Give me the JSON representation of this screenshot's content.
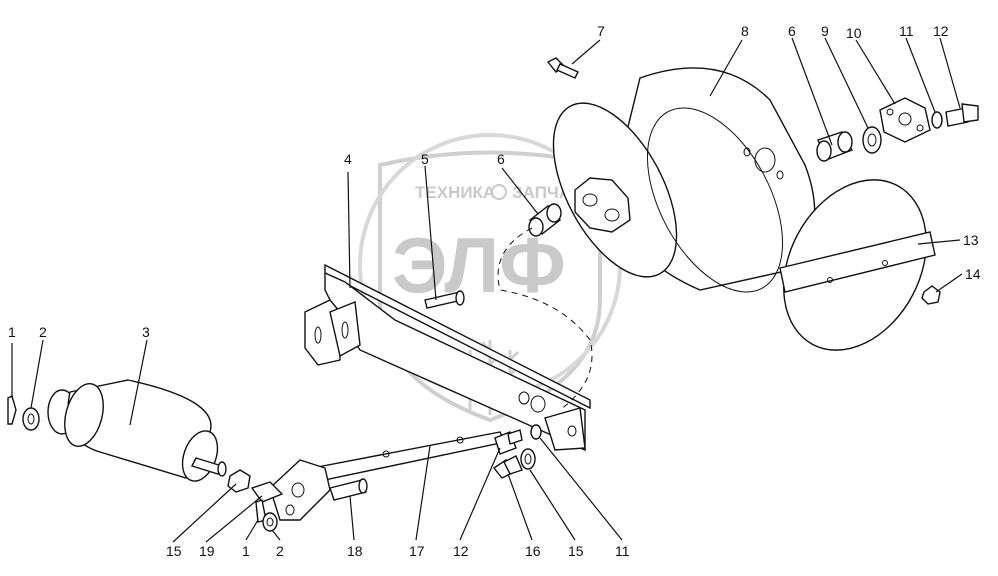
{
  "watermark": {
    "top_left": "ТЕХНИКА",
    "top_right": "ЗАПЧАСТИ",
    "logo": "ЭЛФ"
  },
  "callouts": [
    {
      "id": "c1a",
      "label": "1"
    },
    {
      "id": "c2a",
      "label": "2"
    },
    {
      "id": "c3",
      "label": "3"
    },
    {
      "id": "c4",
      "label": "4"
    },
    {
      "id": "c5",
      "label": "5"
    },
    {
      "id": "c6a",
      "label": "6"
    },
    {
      "id": "c7",
      "label": "7"
    },
    {
      "id": "c8",
      "label": "8"
    },
    {
      "id": "c6b",
      "label": "6"
    },
    {
      "id": "c9",
      "label": "9"
    },
    {
      "id": "c10",
      "label": "10"
    },
    {
      "id": "c11a",
      "label": "11"
    },
    {
      "id": "c12a",
      "label": "12"
    },
    {
      "id": "c13",
      "label": "13"
    },
    {
      "id": "c14",
      "label": "14"
    },
    {
      "id": "c15a",
      "label": "15"
    },
    {
      "id": "c19",
      "label": "19"
    },
    {
      "id": "c1b",
      "label": "1"
    },
    {
      "id": "c2b",
      "label": "2"
    },
    {
      "id": "c18",
      "label": "18"
    },
    {
      "id": "c17",
      "label": "17"
    },
    {
      "id": "c12b",
      "label": "12"
    },
    {
      "id": "c16",
      "label": "16"
    },
    {
      "id": "c15b",
      "label": "15"
    },
    {
      "id": "c11b",
      "label": "11"
    }
  ]
}
